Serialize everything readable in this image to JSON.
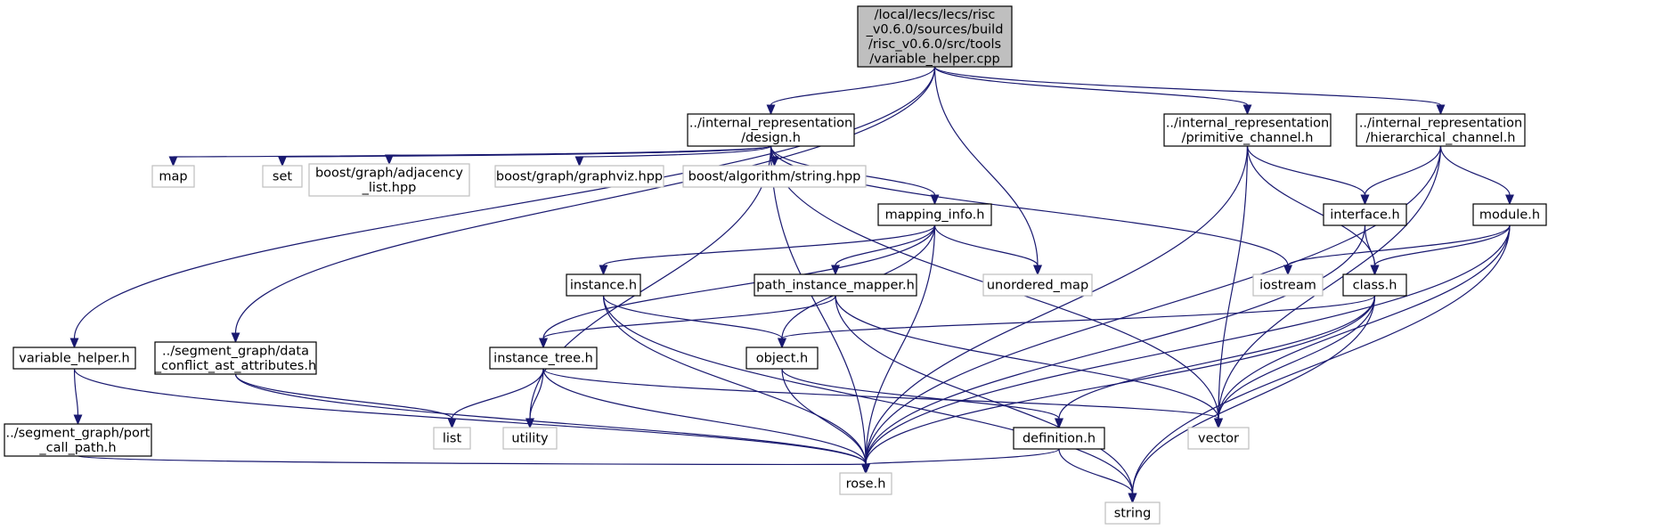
{
  "colors": {
    "edge": "#191970",
    "node_border": "#000000",
    "external_border": "#bfbfbf",
    "root_fill": "#bfbfbf",
    "node_fill": "#ffffff"
  },
  "nodes": [
    {
      "id": "root",
      "kind": "root",
      "lines": [
        "/local/lecs/lecs/risc",
        "_v0.6.0/sources/build",
        "/risc_v0.6.0/src/tools",
        "/variable_helper.cpp"
      ]
    },
    {
      "id": "design_h",
      "kind": "project",
      "lines": [
        "../internal_representation",
        "/design.h"
      ]
    },
    {
      "id": "primitive_channel_h",
      "kind": "project",
      "lines": [
        "../internal_representation",
        "/primitive_channel.h"
      ]
    },
    {
      "id": "hierarchical_channel_h",
      "kind": "project",
      "lines": [
        "../internal_representation",
        "/hierarchical_channel.h"
      ]
    },
    {
      "id": "map",
      "kind": "external",
      "lines": [
        "map"
      ]
    },
    {
      "id": "set",
      "kind": "external",
      "lines": [
        "set"
      ]
    },
    {
      "id": "adjacency_list_hpp",
      "kind": "external",
      "lines": [
        "boost/graph/adjacency",
        "_list.hpp"
      ]
    },
    {
      "id": "graphviz_hpp",
      "kind": "external",
      "lines": [
        "boost/graph/graphviz.hpp"
      ]
    },
    {
      "id": "algorithm_string_hpp",
      "kind": "external",
      "lines": [
        "boost/algorithm/string.hpp"
      ]
    },
    {
      "id": "mapping_info_h",
      "kind": "project",
      "lines": [
        "mapping_info.h"
      ]
    },
    {
      "id": "interface_h",
      "kind": "project",
      "lines": [
        "interface.h"
      ]
    },
    {
      "id": "module_h",
      "kind": "project",
      "lines": [
        "module.h"
      ]
    },
    {
      "id": "instance_h",
      "kind": "project",
      "lines": [
        "instance.h"
      ]
    },
    {
      "id": "path_instance_mapper_h",
      "kind": "project",
      "lines": [
        "path_instance_mapper.h"
      ]
    },
    {
      "id": "unordered_map",
      "kind": "external",
      "lines": [
        "unordered_map"
      ]
    },
    {
      "id": "iostream",
      "kind": "external",
      "lines": [
        "iostream"
      ]
    },
    {
      "id": "class_h",
      "kind": "project",
      "lines": [
        "class.h"
      ]
    },
    {
      "id": "variable_helper_h",
      "kind": "project",
      "lines": [
        "variable_helper.h"
      ]
    },
    {
      "id": "data_conflict_h",
      "kind": "project",
      "lines": [
        "../segment_graph/data",
        "_conflict_ast_attributes.h"
      ]
    },
    {
      "id": "instance_tree_h",
      "kind": "project",
      "lines": [
        "instance_tree.h"
      ]
    },
    {
      "id": "object_h",
      "kind": "project",
      "lines": [
        "object.h"
      ]
    },
    {
      "id": "port_call_path_h",
      "kind": "project",
      "lines": [
        "../segment_graph/port",
        "_call_path.h"
      ]
    },
    {
      "id": "list",
      "kind": "external",
      "lines": [
        "list"
      ]
    },
    {
      "id": "utility",
      "kind": "external",
      "lines": [
        "utility"
      ]
    },
    {
      "id": "definition_h",
      "kind": "project",
      "lines": [
        "definition.h"
      ]
    },
    {
      "id": "vector",
      "kind": "external",
      "lines": [
        "vector"
      ]
    },
    {
      "id": "rose_h",
      "kind": "external",
      "lines": [
        "rose.h"
      ]
    },
    {
      "id": "string",
      "kind": "external",
      "lines": [
        "string"
      ]
    }
  ],
  "edges": [
    {
      "from": "root",
      "to": "design_h"
    },
    {
      "from": "root",
      "to": "primitive_channel_h"
    },
    {
      "from": "root",
      "to": "hierarchical_channel_h"
    },
    {
      "from": "root",
      "to": "unordered_map"
    },
    {
      "from": "root",
      "to": "variable_helper_h"
    },
    {
      "from": "root",
      "to": "data_conflict_h"
    },
    {
      "from": "design_h",
      "to": "map"
    },
    {
      "from": "design_h",
      "to": "set"
    },
    {
      "from": "design_h",
      "to": "adjacency_list_hpp"
    },
    {
      "from": "design_h",
      "to": "graphviz_hpp"
    },
    {
      "from": "design_h",
      "to": "algorithm_string_hpp"
    },
    {
      "from": "design_h",
      "to": "mapping_info_h"
    },
    {
      "from": "design_h",
      "to": "utility"
    },
    {
      "from": "design_h",
      "to": "rose_h"
    },
    {
      "from": "design_h",
      "to": "vector"
    },
    {
      "from": "design_h",
      "to": "iostream"
    },
    {
      "from": "mapping_info_h",
      "to": "instance_h"
    },
    {
      "from": "mapping_info_h",
      "to": "path_instance_mapper_h"
    },
    {
      "from": "mapping_info_h",
      "to": "unordered_map"
    },
    {
      "from": "mapping_info_h",
      "to": "instance_tree_h"
    },
    {
      "from": "mapping_info_h",
      "to": "object_h"
    },
    {
      "from": "mapping_info_h",
      "to": "rose_h"
    },
    {
      "from": "primitive_channel_h",
      "to": "interface_h"
    },
    {
      "from": "primitive_channel_h",
      "to": "class_h"
    },
    {
      "from": "primitive_channel_h",
      "to": "vector"
    },
    {
      "from": "primitive_channel_h",
      "to": "rose_h"
    },
    {
      "from": "hierarchical_channel_h",
      "to": "interface_h"
    },
    {
      "from": "hierarchical_channel_h",
      "to": "module_h"
    },
    {
      "from": "hierarchical_channel_h",
      "to": "vector"
    },
    {
      "from": "hierarchical_channel_h",
      "to": "rose_h"
    },
    {
      "from": "interface_h",
      "to": "class_h"
    },
    {
      "from": "interface_h",
      "to": "rose_h"
    },
    {
      "from": "module_h",
      "to": "class_h"
    },
    {
      "from": "module_h",
      "to": "iostream"
    },
    {
      "from": "module_h",
      "to": "vector"
    },
    {
      "from": "module_h",
      "to": "rose_h"
    },
    {
      "from": "module_h",
      "to": "string"
    },
    {
      "from": "class_h",
      "to": "object_h"
    },
    {
      "from": "class_h",
      "to": "definition_h"
    },
    {
      "from": "class_h",
      "to": "vector"
    },
    {
      "from": "class_h",
      "to": "rose_h"
    },
    {
      "from": "class_h",
      "to": "string"
    },
    {
      "from": "instance_h",
      "to": "object_h"
    },
    {
      "from": "instance_h",
      "to": "rose_h"
    },
    {
      "from": "instance_h",
      "to": "string"
    },
    {
      "from": "path_instance_mapper_h",
      "to": "instance_tree_h"
    },
    {
      "from": "path_instance_mapper_h",
      "to": "vector"
    },
    {
      "from": "path_instance_mapper_h",
      "to": "string"
    },
    {
      "from": "instance_tree_h",
      "to": "list"
    },
    {
      "from": "instance_tree_h",
      "to": "utility"
    },
    {
      "from": "instance_tree_h",
      "to": "rose_h"
    },
    {
      "from": "instance_tree_h",
      "to": "vector"
    },
    {
      "from": "object_h",
      "to": "definition_h"
    },
    {
      "from": "object_h",
      "to": "rose_h"
    },
    {
      "from": "definition_h",
      "to": "rose_h"
    },
    {
      "from": "definition_h",
      "to": "string"
    },
    {
      "from": "variable_helper_h",
      "to": "port_call_path_h"
    },
    {
      "from": "variable_helper_h",
      "to": "rose_h"
    },
    {
      "from": "data_conflict_h",
      "to": "list"
    },
    {
      "from": "data_conflict_h",
      "to": "rose_h"
    },
    {
      "from": "port_call_path_h",
      "to": "rose_h"
    }
  ]
}
